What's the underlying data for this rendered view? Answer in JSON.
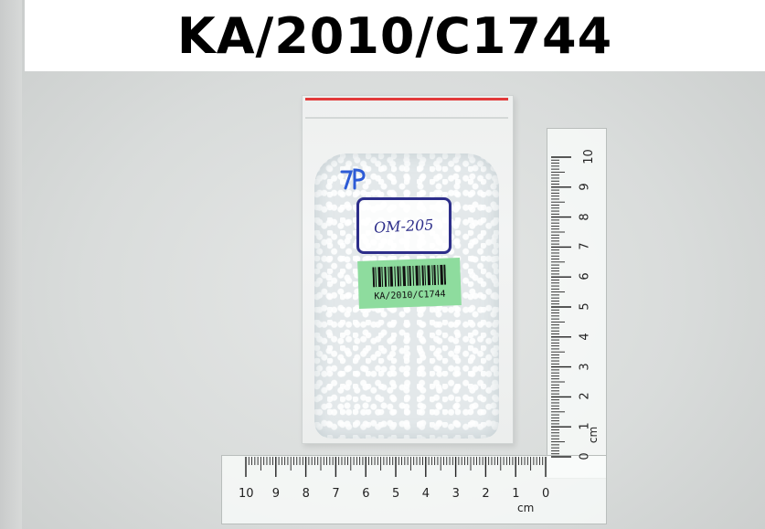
{
  "banner": {
    "title": "KA/2010/C1744"
  },
  "bag": {
    "handwritten_code": "OM-205",
    "handwritten_mark": "7P",
    "barcode_label": "KA/2010/C1744"
  },
  "ruler": {
    "horizontal_labels": [
      "10",
      "9",
      "8",
      "7",
      "6",
      "5",
      "4",
      "3",
      "2",
      "1",
      "0"
    ],
    "vertical_labels": [
      "10",
      "9",
      "8",
      "7",
      "6",
      "5",
      "4",
      "3",
      "2",
      "1",
      "0"
    ],
    "unit": "cm"
  },
  "colors": {
    "zip": "#e23a3a",
    "label_ink": "#2d2e8a",
    "barcode_label_bg": "#8edc9e"
  }
}
